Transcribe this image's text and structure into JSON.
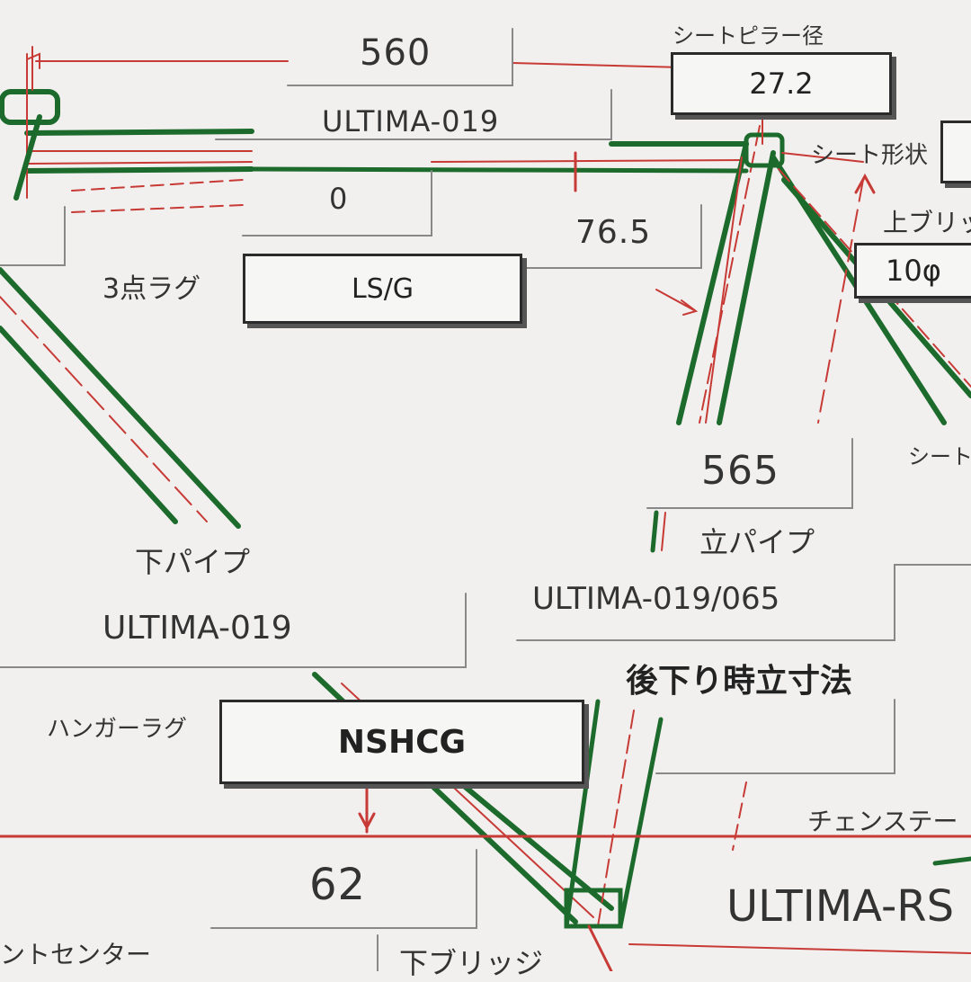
{
  "top_tube": {
    "length": "560",
    "pipe": "ULTIMA-019"
  },
  "seat_pillar": {
    "label": "シートピラー径",
    "value": "27.2"
  },
  "seat_shape": {
    "label": "シート形状"
  },
  "offset": {
    "value": "0"
  },
  "seat_angle": {
    "value": "76.5"
  },
  "lug_3pt": {
    "label": "3点ラグ",
    "value": "LS/G"
  },
  "upper_bridge": {
    "label": "上ブリッ",
    "value": "10φ"
  },
  "seat_stay": {
    "label": "シートス"
  },
  "seat_tube": {
    "length": "565",
    "label": "立パイプ",
    "pipe": "ULTIMA-019/065"
  },
  "down_tube": {
    "label": "下パイプ",
    "pipe": "ULTIMA-019"
  },
  "hanger_lug": {
    "label": "ハンガーラグ",
    "value": "NSHCG"
  },
  "rear_height": {
    "label": "後下り時立寸法"
  },
  "chain_stay": {
    "label": "チェンステー",
    "pipe": "ULTIMA-RS"
  },
  "bb_drop": {
    "value": "62",
    "label": "ントセンター"
  },
  "lower_bridge": {
    "label": "下ブリッジ"
  },
  "colors": {
    "tube_green": "#1d6b2c",
    "center_red": "#c73a35",
    "box_border": "#2b2b2b"
  }
}
